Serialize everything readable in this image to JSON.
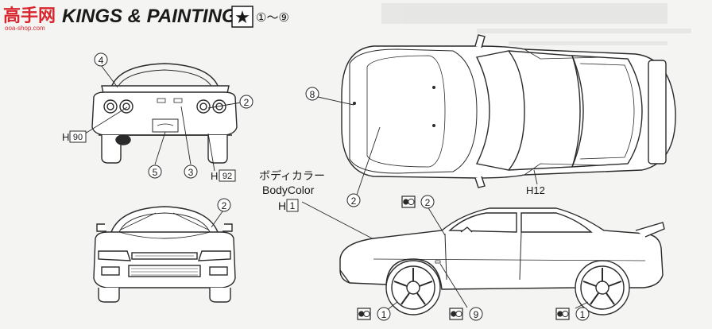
{
  "header": {
    "logo_text": "高手网",
    "logo_url_text": "ooa-shop.com",
    "title": "KINGS & PAINTING",
    "star_glyph": "★",
    "range_text": "①～⑨"
  },
  "callouts": {
    "rear_4": "4",
    "rear_2": "2",
    "rear_5": "5",
    "rear_3": "3",
    "rear_H90_prefix": "H",
    "rear_H90_num": "90",
    "rear_H92_prefix": "H",
    "rear_H92_num": "92",
    "front_2": "2",
    "top_8": "8",
    "top_2": "2",
    "top_H12": "H12",
    "side_2": "2",
    "side_1a": "1",
    "side_9": "9",
    "side_1b": "1"
  },
  "body_color": {
    "jp": "ボディカラー",
    "en": "BodyColor",
    "h_prefix": "H",
    "h_num": "1"
  },
  "colors": {
    "ink": "#2a2a2a",
    "paper": "#f4f4f2",
    "logo_red": "#d9262e",
    "logo_blue": "#2a5bb0"
  },
  "icons": [
    "star-badge-icon",
    "decal-marker-icon",
    "car-rear-view",
    "car-front-view",
    "car-top-view",
    "car-side-view"
  ]
}
